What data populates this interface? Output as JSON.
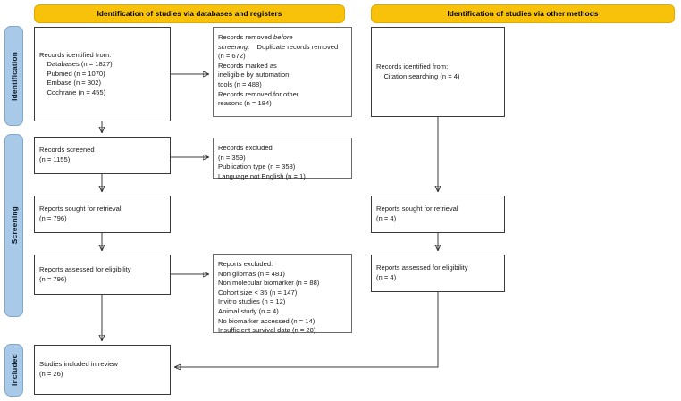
{
  "diagram": {
    "title_left": "Identification of studies via databases and registers",
    "title_right": "Identification of studies via other methods",
    "colors": {
      "banner": "#f9c20a",
      "stage_bar": "#a9c9e9",
      "box_border": "#3a3a3a",
      "arrow": "#3b3b3b"
    }
  },
  "stages": [
    {
      "label": "Identification"
    },
    {
      "label": "Screening"
    },
    {
      "label": "Included"
    }
  ],
  "left_column": {
    "identification": {
      "heading": "Records identified from:",
      "items": [
        "Databases (n = 1827)",
        "Pubmed (n = 1070)",
        "Embase (n = 302)",
        "Cochrane (n = 455)"
      ],
      "text": "Records identified from:\n    Databases (n = 1827)\n    Pubmed (n = 1070)\n    Embase (n = 302)\n    Cochrane (n = 455)"
    },
    "records_screened": {
      "text": "Records screened\n(n = 1155)",
      "label": "Records screened",
      "count": "(n = 1155)"
    },
    "reports_sought": {
      "text": "Reports sought for retrieval\n(n = 796)",
      "label": "Reports sought for retrieval",
      "count": "(n = 796)"
    },
    "reports_assessed": {
      "text": "Reports assessed for eligibility\n(n = 796)",
      "label": "Reports assessed for eligibility",
      "count": "(n = 796)"
    },
    "studies_included": {
      "text": "Studies included in review\n(n = 26)",
      "label": "Studies included in review",
      "count": "(n = 26)"
    }
  },
  "exclusions": {
    "removed_before_screening": {
      "heading_1": "Records removed ",
      "heading_italic": "before",
      "heading_2": "screening",
      "heading_colon": ":",
      "body": "    Duplicate records removed\n(n = 672)\nRecords marked as\nineligible by automation\ntools (n = 488)\nRecords removed for other\nreasons (n = 184)",
      "items": [
        "Duplicate records removed (n = 672)",
        "Records marked as ineligible by automation tools (n = 488)",
        "Records removed for other reasons (n = 184)"
      ]
    },
    "records_excluded": {
      "text": "Records excluded\n(n = 359)\nPublication type (n = 358)\nLanguage not English (n = 1)",
      "items": [
        "Records excluded",
        "(n = 359)",
        "Publication type (n = 358)",
        "Language not English (n = 1)"
      ]
    },
    "reports_excluded": {
      "text": "Reports excluded:\nNon gliomas (n = 481)\nNon molecular biomarker (n = 88)\nCohort size < 35 (n = 147)\nInvitro studies (n = 12)\nAnimal study (n = 4)\nNo biomarker accessed (n = 14)\nInsufficient survival data (n = 28)",
      "heading": "Reports excluded:",
      "items": [
        "Non gliomas (n = 481)",
        "Non molecular biomarker (n = 88)",
        "Cohort size < 35 (n = 147)",
        "Invitro studies (n = 12)",
        "Animal study (n = 4)",
        "No biomarker accessed (n = 14)",
        "Insufficient survival data (n = 28)"
      ]
    }
  },
  "right_column": {
    "identification": {
      "text": "Records identified from:\n    Citation searching (n = 4)",
      "heading": "Records identified from:",
      "items": [
        "Citation searching (n = 4)"
      ]
    },
    "reports_sought": {
      "text": "Reports sought for retrieval\n(n = 4)",
      "label": "Reports sought for retrieval",
      "count": "(n = 4)"
    },
    "reports_assessed": {
      "text": "Reports assessed for eligibility\n(n = 4)",
      "label": "Reports assessed for eligibility",
      "count": "(n = 4)"
    }
  }
}
